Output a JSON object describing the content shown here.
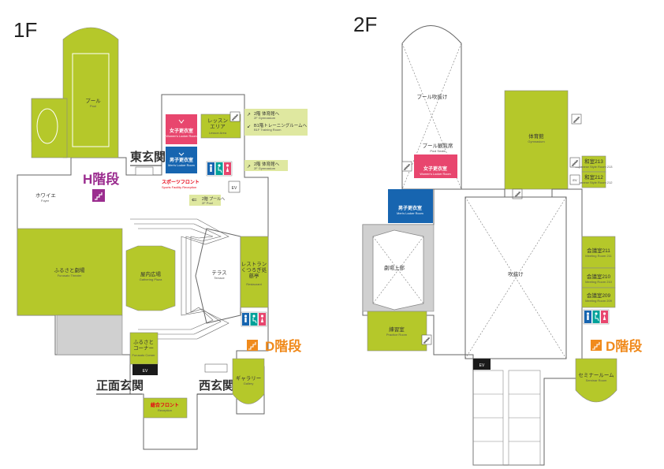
{
  "floor1": {
    "title": "1F",
    "pool": {
      "ja": "プール",
      "en": "Pool"
    },
    "east_entrance": "東玄関",
    "stair_h": "H階段",
    "foyer": {
      "ja": "ホワイエ",
      "en": "Foyer"
    },
    "theater": {
      "ja": "ふるさと劇場",
      "en": "Furusato Theater"
    },
    "plaza": {
      "ja": "屋内広場",
      "en": "Gathering Plaza"
    },
    "terrace": {
      "ja": "テラス",
      "en": "Terrace"
    },
    "lesson_area": {
      "ja": "レッスン\nエリア",
      "en": "Lesson Area"
    },
    "womens_locker": {
      "ja": "女子更衣室",
      "en": "Women's Locker Room"
    },
    "mens_locker": {
      "ja": "男子更衣室",
      "en": "Men's Locker Room"
    },
    "sports_front": {
      "ja": "スポーツフロント",
      "en": "Sports Facility Reception"
    },
    "to_2f_pool": {
      "ja": "2階 プールへ",
      "en": "2F Pool"
    },
    "to_2f_gym_a": {
      "ja": "2階 体育館へ",
      "en": "2F Gymnasium"
    },
    "to_b1_training": {
      "ja": "B1階トレーニングルームへ",
      "en": "B1F Training Room"
    },
    "to_2f_gym_b": {
      "ja": "2階 体育館へ",
      "en": "2F Gymnasium"
    },
    "restaurant": {
      "ja": "レストラン\nくつろぎ処\n慈亭",
      "en": "Restaurant"
    },
    "stair_d": "D階段",
    "furusato_corner": {
      "ja": "ふるさと\nコーナー",
      "en": "Furusato Corner"
    },
    "main_entrance": "正面玄関",
    "west_entrance": "西玄関",
    "gallery": {
      "ja": "ギャラリー",
      "en": "Gallery"
    },
    "reception": {
      "ja": "総合フロント",
      "en": "Reception"
    },
    "ev": "EV"
  },
  "floor2": {
    "title": "2F",
    "pool_void": "プール吹抜け",
    "pool_seats": {
      "ja": "プール観覧席",
      "en": "Pool Seats"
    },
    "womens_locker": {
      "ja": "女子更衣室",
      "en": "Women's Locker Room"
    },
    "mens_locker": {
      "ja": "男子更衣室",
      "en": "Men's Locker Room"
    },
    "gymnasium": {
      "ja": "体育館",
      "en": "Gymnasium"
    },
    "japanese_213": {
      "ja": "和室213",
      "en": "Japanese Style Room 213"
    },
    "japanese_212": {
      "ja": "和室212",
      "en": "Japanese Style Room 212"
    },
    "theater_upper": "劇場上部",
    "void": "吹抜け",
    "meeting_211": {
      "ja": "会議室211",
      "en": "Meeting Room 211"
    },
    "meeting_210": {
      "ja": "会議室210",
      "en": "Meeting Room 210"
    },
    "meeting_209": {
      "ja": "会議室209",
      "en": "Meeting Room 209"
    },
    "practice": {
      "ja": "練習室",
      "en": "Practice Room"
    },
    "stair_d": "D階段",
    "seminar": {
      "ja": "セミナールーム",
      "en": "Seminar Room"
    },
    "ev": "EV"
  },
  "colors": {
    "room_green": "#b5c82a",
    "womens_pink": "#e8466e",
    "mens_blue": "#1765b0",
    "toilet_teal": "#00a199",
    "stair_purple": "#9b2d8f",
    "stair_orange": "#f08a1c",
    "sports_front_red": "#e60012"
  },
  "icons": [
    "stairs-icon",
    "toilet-icon",
    "wheelchair-icon",
    "arrow-icon",
    "elevator-icon",
    "restroom-male-icon",
    "restroom-female-icon"
  ]
}
